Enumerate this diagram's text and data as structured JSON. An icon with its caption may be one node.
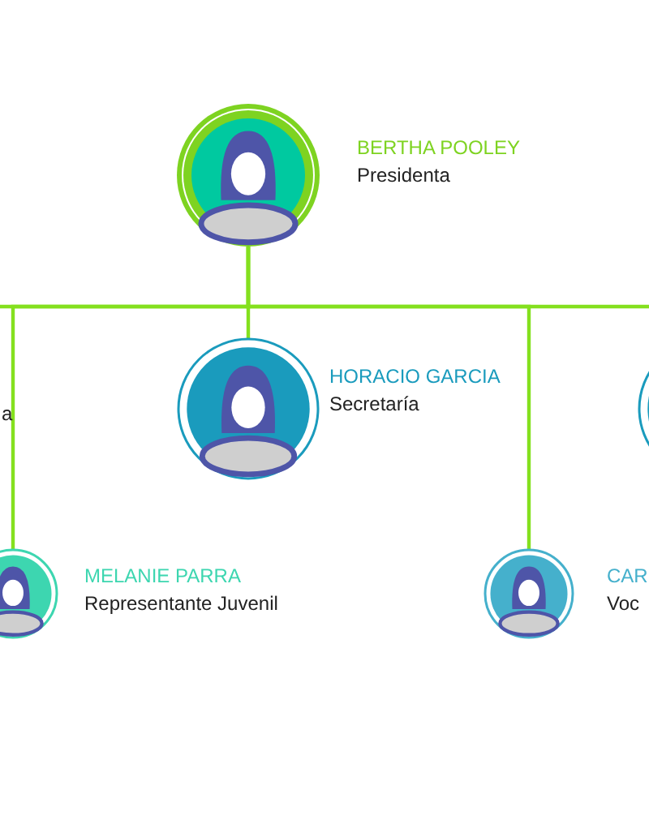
{
  "diagram": {
    "nodes": [
      {
        "text": [
          "BERTHA POOLEY",
          "Presidenta"
        ]
      },
      {
        "text": [
          "a"
        ]
      },
      {
        "text": [
          "HORACIO GARCIA",
          "Secretaría"
        ]
      },
      {
        "text": [],
        "shape": "person"
      },
      {
        "text": [
          "MELANIE PARRA",
          "Representante Juvenil"
        ]
      },
      {
        "text": [
          "CAR",
          "Voc"
        ]
      }
    ],
    "edges": [
      {
        "from": 0,
        "to": 2,
        "arrow": "none"
      },
      {
        "from": 0,
        "to": 4,
        "arrow": "none"
      },
      {
        "from": 0,
        "to": 5,
        "arrow": "none"
      },
      {
        "from": 0,
        "to": null,
        "arrow": "none"
      },
      {
        "from": 0,
        "to": null,
        "arrow": "none"
      }
    ]
  }
}
